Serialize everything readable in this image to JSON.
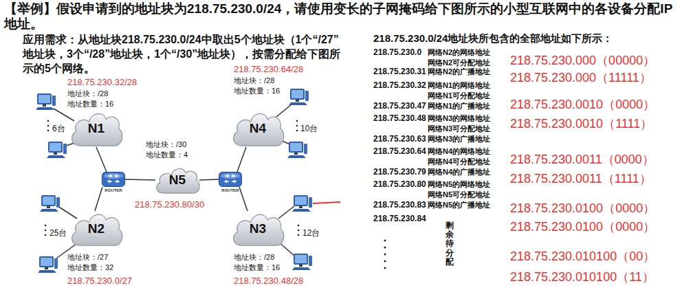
{
  "diagram": {
    "title": "【举例】假设申请到的地址块为218.75.230.0/24，请使用变长的子网掩码给下图所示的小型互联网中的各设备分配IP地址。",
    "nodes": [
      {
        "text": [
          "N1"
        ]
      },
      {
        "text": [
          "N4"
        ]
      },
      {
        "text": [
          "N5"
        ]
      },
      {
        "text": [
          "N2"
        ]
      },
      {
        "text": [
          "N3"
        ]
      }
    ],
    "labels": [
      "应用需求：从地址块218.75.230.0/24中取出5个地址块（1个“/27”地址块，3个“/28”地址块，1个“/30”地址块），按需分配给下图所示的5个网络。",
      "218.75.230.0/24地址块所包含的全部地址如下所示：",
      "218.75.230.0",
      "网络N2的网络地址",
      "网络N2可分配地址",
      "218.75.230.31",
      "网络N2的广播地址",
      "218.75.230.32",
      "网络N1的网络地址",
      "网络N1可分配地址",
      "218.75.230.47",
      "网络N1的广播地址",
      "218.75.230.48",
      "网络N3的网络地址",
      "网络N3可分配地址",
      "218.75.230.63",
      "网络N3的广播地址",
      "218.75.230.64",
      "网络N4的网络地址",
      "网络N4可分配地址",
      "218.75.230.79",
      "网络N4的广播地址",
      "218.75.230.80",
      "网络N5的网络地址",
      "网络N5可分配地址",
      "218.75.230.83",
      "网络N5的广播地址",
      "218.75.230.84",
      "剩余待分配",
      "218.75.230.000（00000）",
      "218.75.230.000（11111）",
      "218.75.230.0010（0000）",
      "218.75.230.0010（1111）",
      "218.75.230.0011（0000）",
      "218.75.230.0011（1111）",
      "218.75.230.0100（0000）",
      "218.75.230.0100（0000）",
      "218.75.230.010100（00）",
      "218.75.230.010100（11）",
      "218.75.230.32/28",
      "地址块：/28",
      "地址数量：16",
      "6台",
      "218.75.230.64/28",
      "地址块：/28",
      "地址数量：16",
      "10台",
      "地址块：/30",
      "地址数量：4",
      "218.75.230.80/30",
      "25台",
      "地址块：/27",
      "地址数量：32",
      "218.75.230.0/27",
      "12台",
      "地址块：/28",
      "地址数量：16",
      "218.75.230.48/28",
      "ROUTER",
      "ROUTER"
    ]
  }
}
